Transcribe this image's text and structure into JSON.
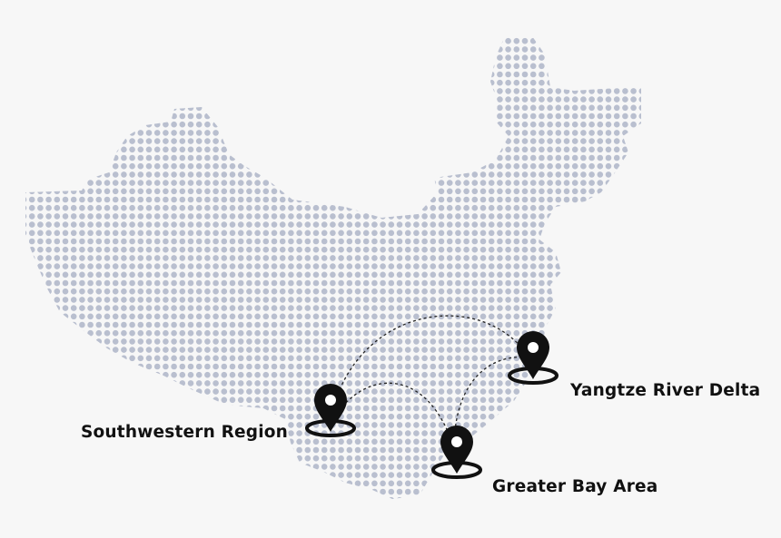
{
  "map": {
    "country_dots_color": "#b9bfcf",
    "route_color": "#222222",
    "pin_color": "#111111",
    "background": "#f7f7f7"
  },
  "locations": [
    {
      "id": "southwestern-region",
      "label": "Southwestern Region",
      "icon": "map-pin-icon"
    },
    {
      "id": "yangtze-river-delta",
      "label": "Yangtze River Delta",
      "icon": "map-pin-icon"
    },
    {
      "id": "greater-bay-area",
      "label": "Greater Bay Area",
      "icon": "map-pin-icon"
    }
  ],
  "routes": [
    {
      "from": "southwestern-region",
      "to": "yangtze-river-delta",
      "style": "dashed-arc"
    },
    {
      "from": "southwestern-region",
      "to": "greater-bay-area",
      "style": "dashed-arc"
    },
    {
      "from": "greater-bay-area",
      "to": "yangtze-river-delta",
      "style": "dashed-arc"
    }
  ]
}
